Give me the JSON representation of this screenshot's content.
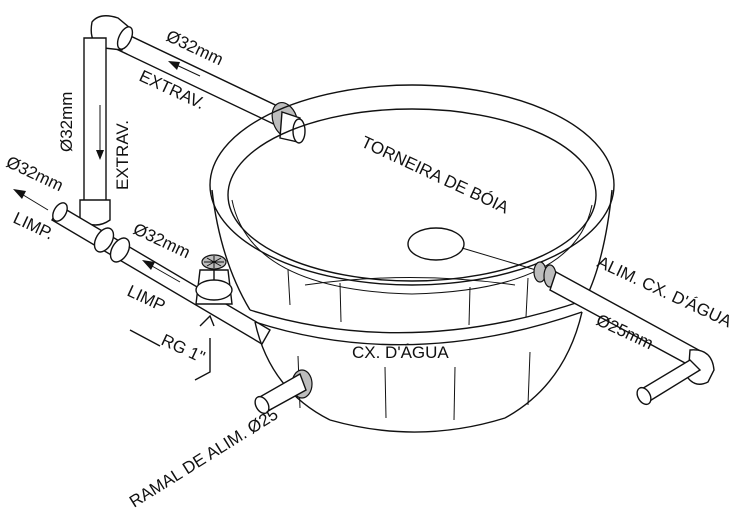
{
  "labels": {
    "overflow_diam": "Ø32mm",
    "overflow_text": "EXTRAV.",
    "overflow_vert_diam": "Ø32mm",
    "overflow_vert_text": "EXTRAV.",
    "clean_diam_left": "Ø32mm",
    "clean_text_left": "LIMP.",
    "clean_diam": "Ø32mm",
    "clean_text": "LIMP",
    "valve": "RG 1\"",
    "float_valve": "TORNEIRA DE BÓIA",
    "tank": "CX. D'ÁGUA",
    "supply": "ALIM. CX. D'ÁGUA",
    "supply_diam": "Ø25mm",
    "branch": "RAMAL DE ALIM. Ø25"
  }
}
